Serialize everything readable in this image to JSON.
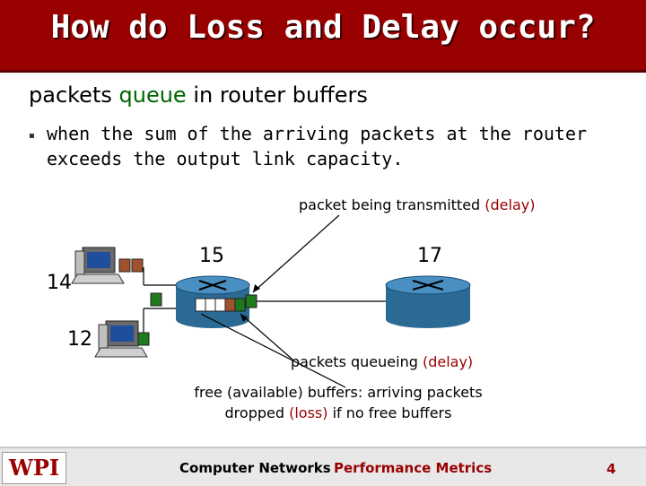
{
  "title": "How do Loss and Delay occur?",
  "heading": {
    "pre": "packets ",
    "highlight": "queue",
    "post": " in router buffers"
  },
  "bullet": "when the sum of the arriving packets at the router exceeds the output link capacity.",
  "labels": {
    "transmitted_text": "packet being transmitted ",
    "transmitted_paren": "(delay)",
    "queueing_text": "packets queueing ",
    "queueing_paren": "(delay)",
    "free_line1": "free (available) buffers: arriving packets",
    "free_line2_pre": "dropped ",
    "free_line2_paren": "(loss)",
    "free_line2_post": " if no free buffers"
  },
  "numbers": {
    "n15": "15",
    "n17": "17",
    "n14": "14",
    "n12": "12"
  },
  "footer": {
    "logo": "WPI",
    "course": "Computer Networks",
    "topic": "Performance Metrics",
    "page": "4"
  },
  "colors": {
    "accent": "#990000",
    "highlight": "#006600",
    "router": "#2b6a94",
    "packet_green": "#1f7a1f",
    "packet_brown": "#a0522d"
  }
}
